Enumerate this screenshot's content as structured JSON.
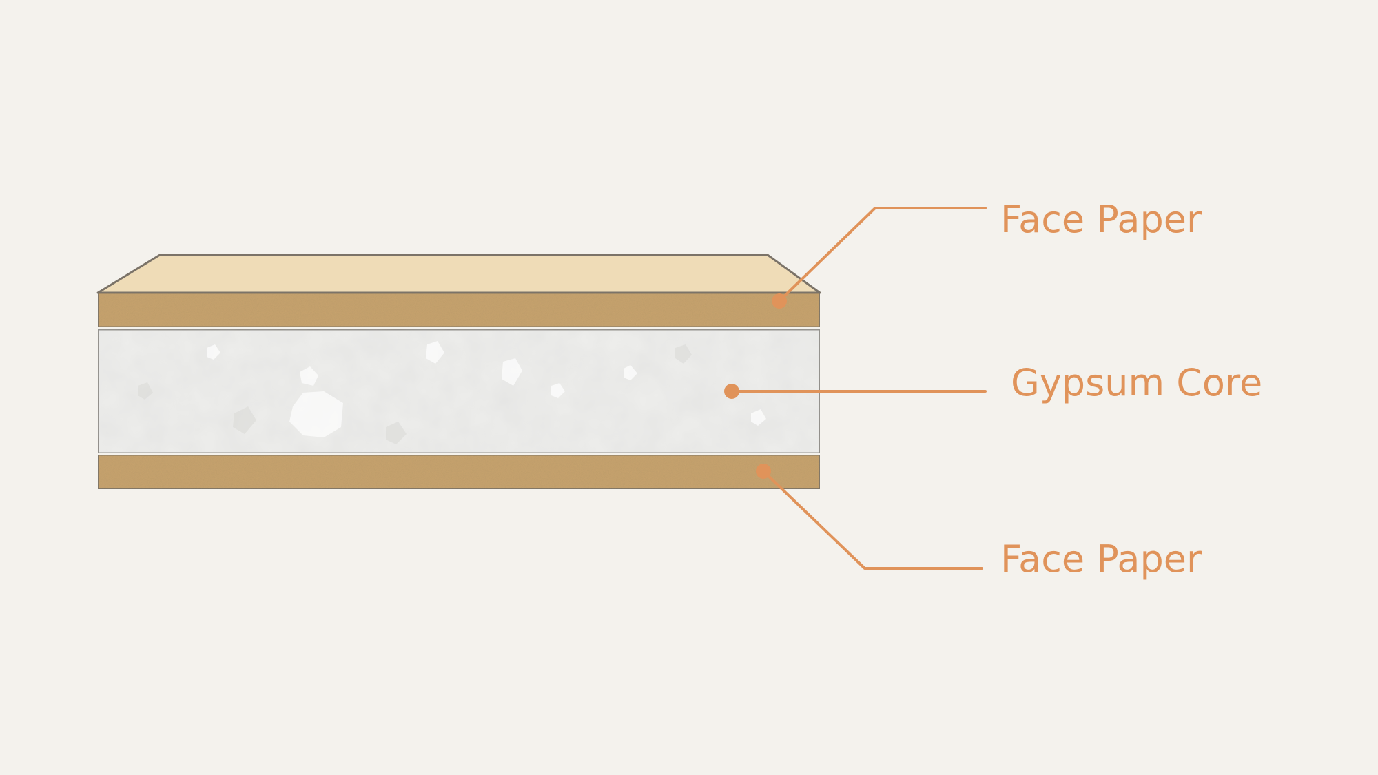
{
  "colors": {
    "background": "#f4f2ed",
    "paper": "#c9a46e",
    "paper_top": "#efdcb7",
    "core": "#eeeeec",
    "outline": "#7b7368",
    "accent": "#e0935a"
  },
  "labels": {
    "top_paper": "Face Paper",
    "core": "Gypsum Core",
    "bottom_paper": "Face Paper"
  }
}
